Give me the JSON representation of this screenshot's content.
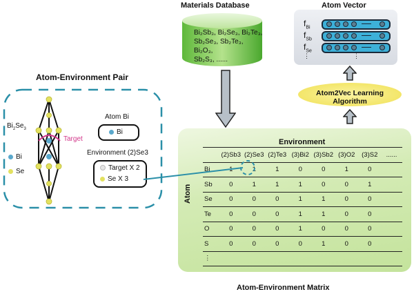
{
  "database": {
    "title": "Materials Database",
    "line1": "Bi₂Sb₃, Bi₂Se₃, Bi₂Te₃,",
    "line2": "Sb₂Se₃, Sb₂Te₃, Bi₂O₃,",
    "line3": "Sb₂S₃, ......",
    "color": "#6cc04a"
  },
  "atom_vector": {
    "title": "Atom Vector",
    "rows": [
      {
        "f": "f",
        "sub": "Bi"
      },
      {
        "f": "f",
        "sub": "Sb"
      },
      {
        "f": "f",
        "sub": "Se"
      }
    ],
    "ellipsis": "⋮",
    "vector_color": "#3db0d8"
  },
  "algorithm": {
    "label": "Atom2Vec Learning Algorithm",
    "color": "#f3e66a"
  },
  "pair": {
    "title": "Atom-Environment Pair",
    "compound": "Bi",
    "compound_sub1": "2",
    "compound_mid": "Se",
    "compound_sub2": "3",
    "target_label": "Target",
    "legend": [
      {
        "label": "Bi",
        "color": "#5aa8cc"
      },
      {
        "label": "Se",
        "color": "#e3e160"
      }
    ],
    "atom_heading": "Atom Bi",
    "atom_item": "Bi",
    "env_heading": "Environment (2)Se3",
    "env_items": [
      {
        "label": "Target X 2",
        "color": "#e6e6e6"
      },
      {
        "label": "Se X 3",
        "color": "#e3e160"
      }
    ],
    "border_color": "#2a8fa8",
    "target_color": "#d2378a"
  },
  "matrix": {
    "title": "Atom-Environment Matrix",
    "env_label": "Environment",
    "atom_label": "Atom",
    "columns": [
      "(2)Sb3",
      "(2)Se3",
      "(2)Te3",
      "(3)Bi2",
      "(3)Sb2",
      "(3)O2",
      "(3)S2",
      "......"
    ],
    "rows": [
      {
        "atom": "Bi",
        "values": [
          "1",
          "1",
          "1",
          "0",
          "0",
          "1",
          "0"
        ]
      },
      {
        "atom": "Sb",
        "values": [
          "0",
          "1",
          "1",
          "1",
          "0",
          "0",
          "1"
        ]
      },
      {
        "atom": "Se",
        "values": [
          "0",
          "0",
          "0",
          "1",
          "1",
          "0",
          "0"
        ]
      },
      {
        "atom": "Te",
        "values": [
          "0",
          "0",
          "0",
          "1",
          "1",
          "0",
          "0"
        ]
      },
      {
        "atom": "O",
        "values": [
          "0",
          "0",
          "0",
          "1",
          "0",
          "0",
          "0"
        ]
      },
      {
        "atom": "S",
        "values": [
          "0",
          "0",
          "0",
          "0",
          "1",
          "0",
          "0"
        ]
      }
    ],
    "more_rows": "⋮",
    "bg_color": "#c9e5a6"
  }
}
